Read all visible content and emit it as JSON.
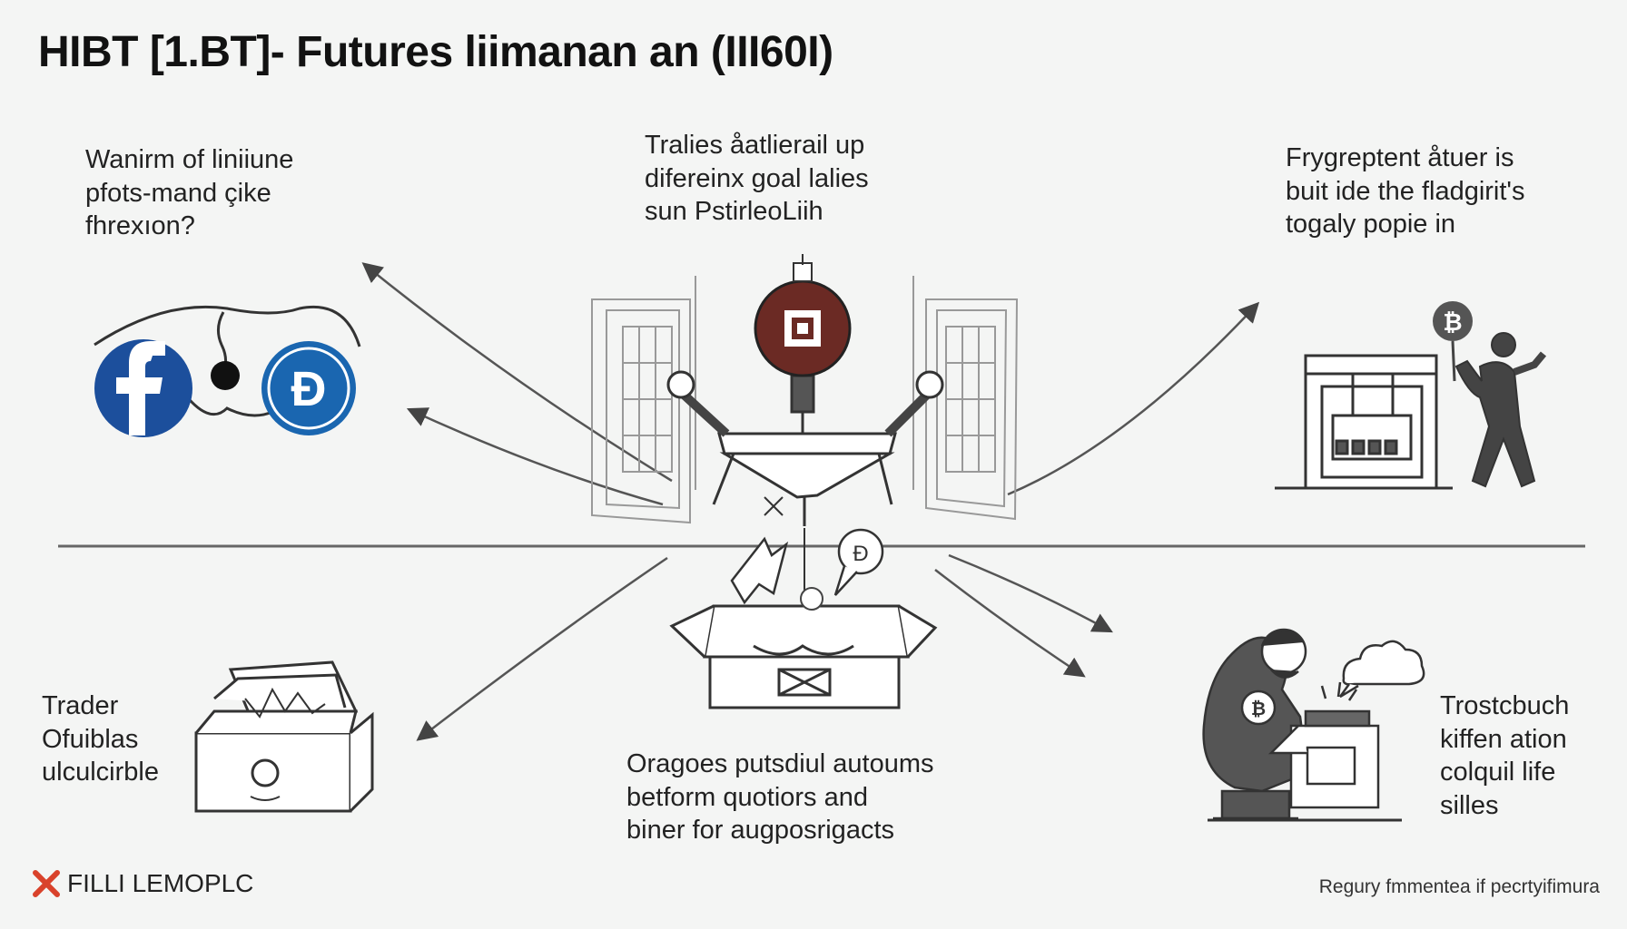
{
  "title": "HIBT [1.BT]- Futures liimanan an (III60I)",
  "blocks": {
    "top_left": [
      "Wanirm of liniiune",
      "pfots-mand çike",
      "fhrexıon?"
    ],
    "top_center": [
      "Tralies åatlierail up",
      "difereinx goal lalies",
      "sun PstirleoLiih"
    ],
    "top_right": [
      "Frygreptent åtuer is",
      "buit ide the fladgirit's",
      "togaly popie in"
    ],
    "bottom_left": [
      "Trader",
      "Ofuiblas",
      "ulculcirble"
    ],
    "bottom_center": [
      "Oragoes putsdiul autoums",
      "betform quotiors and",
      "biner for augposrigacts"
    ],
    "bottom_right": [
      "Trostcbuch",
      "kiffen ation",
      "colquil life",
      "silles"
    ]
  },
  "footer": {
    "brand": "FILLI LEMOPLC",
    "note": "Regury fmmentea if pecrtyifimura"
  },
  "colors": {
    "facebook_blue": "#1c4f9c",
    "coin_blue": "#1a66b0",
    "center_badge": "#6b2a24",
    "brand_x": "#d9422b",
    "line": "#555555"
  },
  "icons": [
    "facebook-icon",
    "coin-d-icon",
    "center-badge-icon",
    "bitcoin-icon",
    "person-icon",
    "box-icon",
    "chart-icon",
    "cloud-icon"
  ]
}
